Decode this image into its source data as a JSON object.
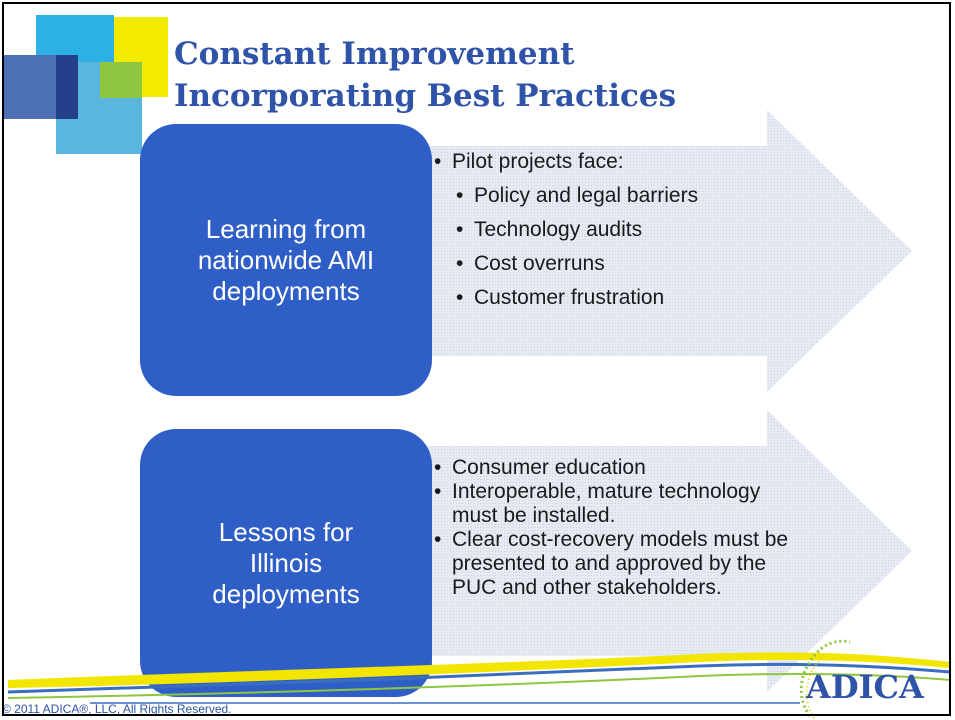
{
  "slide": {
    "title_line1": "Constant Improvement",
    "title_line2": "Incorporating Best Practices"
  },
  "section1": {
    "box_lines": [
      "Learning from",
      "nationwide AMI",
      "deployments"
    ],
    "bullets": [
      {
        "text": "Pilot projects face:",
        "level": 1
      },
      {
        "text": "Policy and legal barriers",
        "level": 2
      },
      {
        "text": "Technology audits",
        "level": 2
      },
      {
        "text": "Cost overruns",
        "level": 2
      },
      {
        "text": "Customer frustration",
        "level": 2
      }
    ]
  },
  "section2": {
    "box_lines": [
      "Lessons for",
      "Illinois",
      "deployments"
    ],
    "bullets": [
      {
        "text": "Consumer education",
        "level": 1
      },
      {
        "text": "Interoperable, mature technology must be installed.",
        "level": 1
      },
      {
        "text": "Clear cost-recovery models must be presented to and approved by the PUC and other stakeholders.",
        "level": 1
      }
    ]
  },
  "footer": {
    "copyright": "© 2011 ADICA®, LLC, All Rights Reserved.",
    "logo_text": "ADICA"
  },
  "colors": {
    "title": "#2e53a8",
    "box_fill": "#2f5fc6",
    "arrow_fill": "#dfe5f0",
    "accent_yellow": "#f2e600",
    "accent_blue": "#3a6fc0"
  }
}
